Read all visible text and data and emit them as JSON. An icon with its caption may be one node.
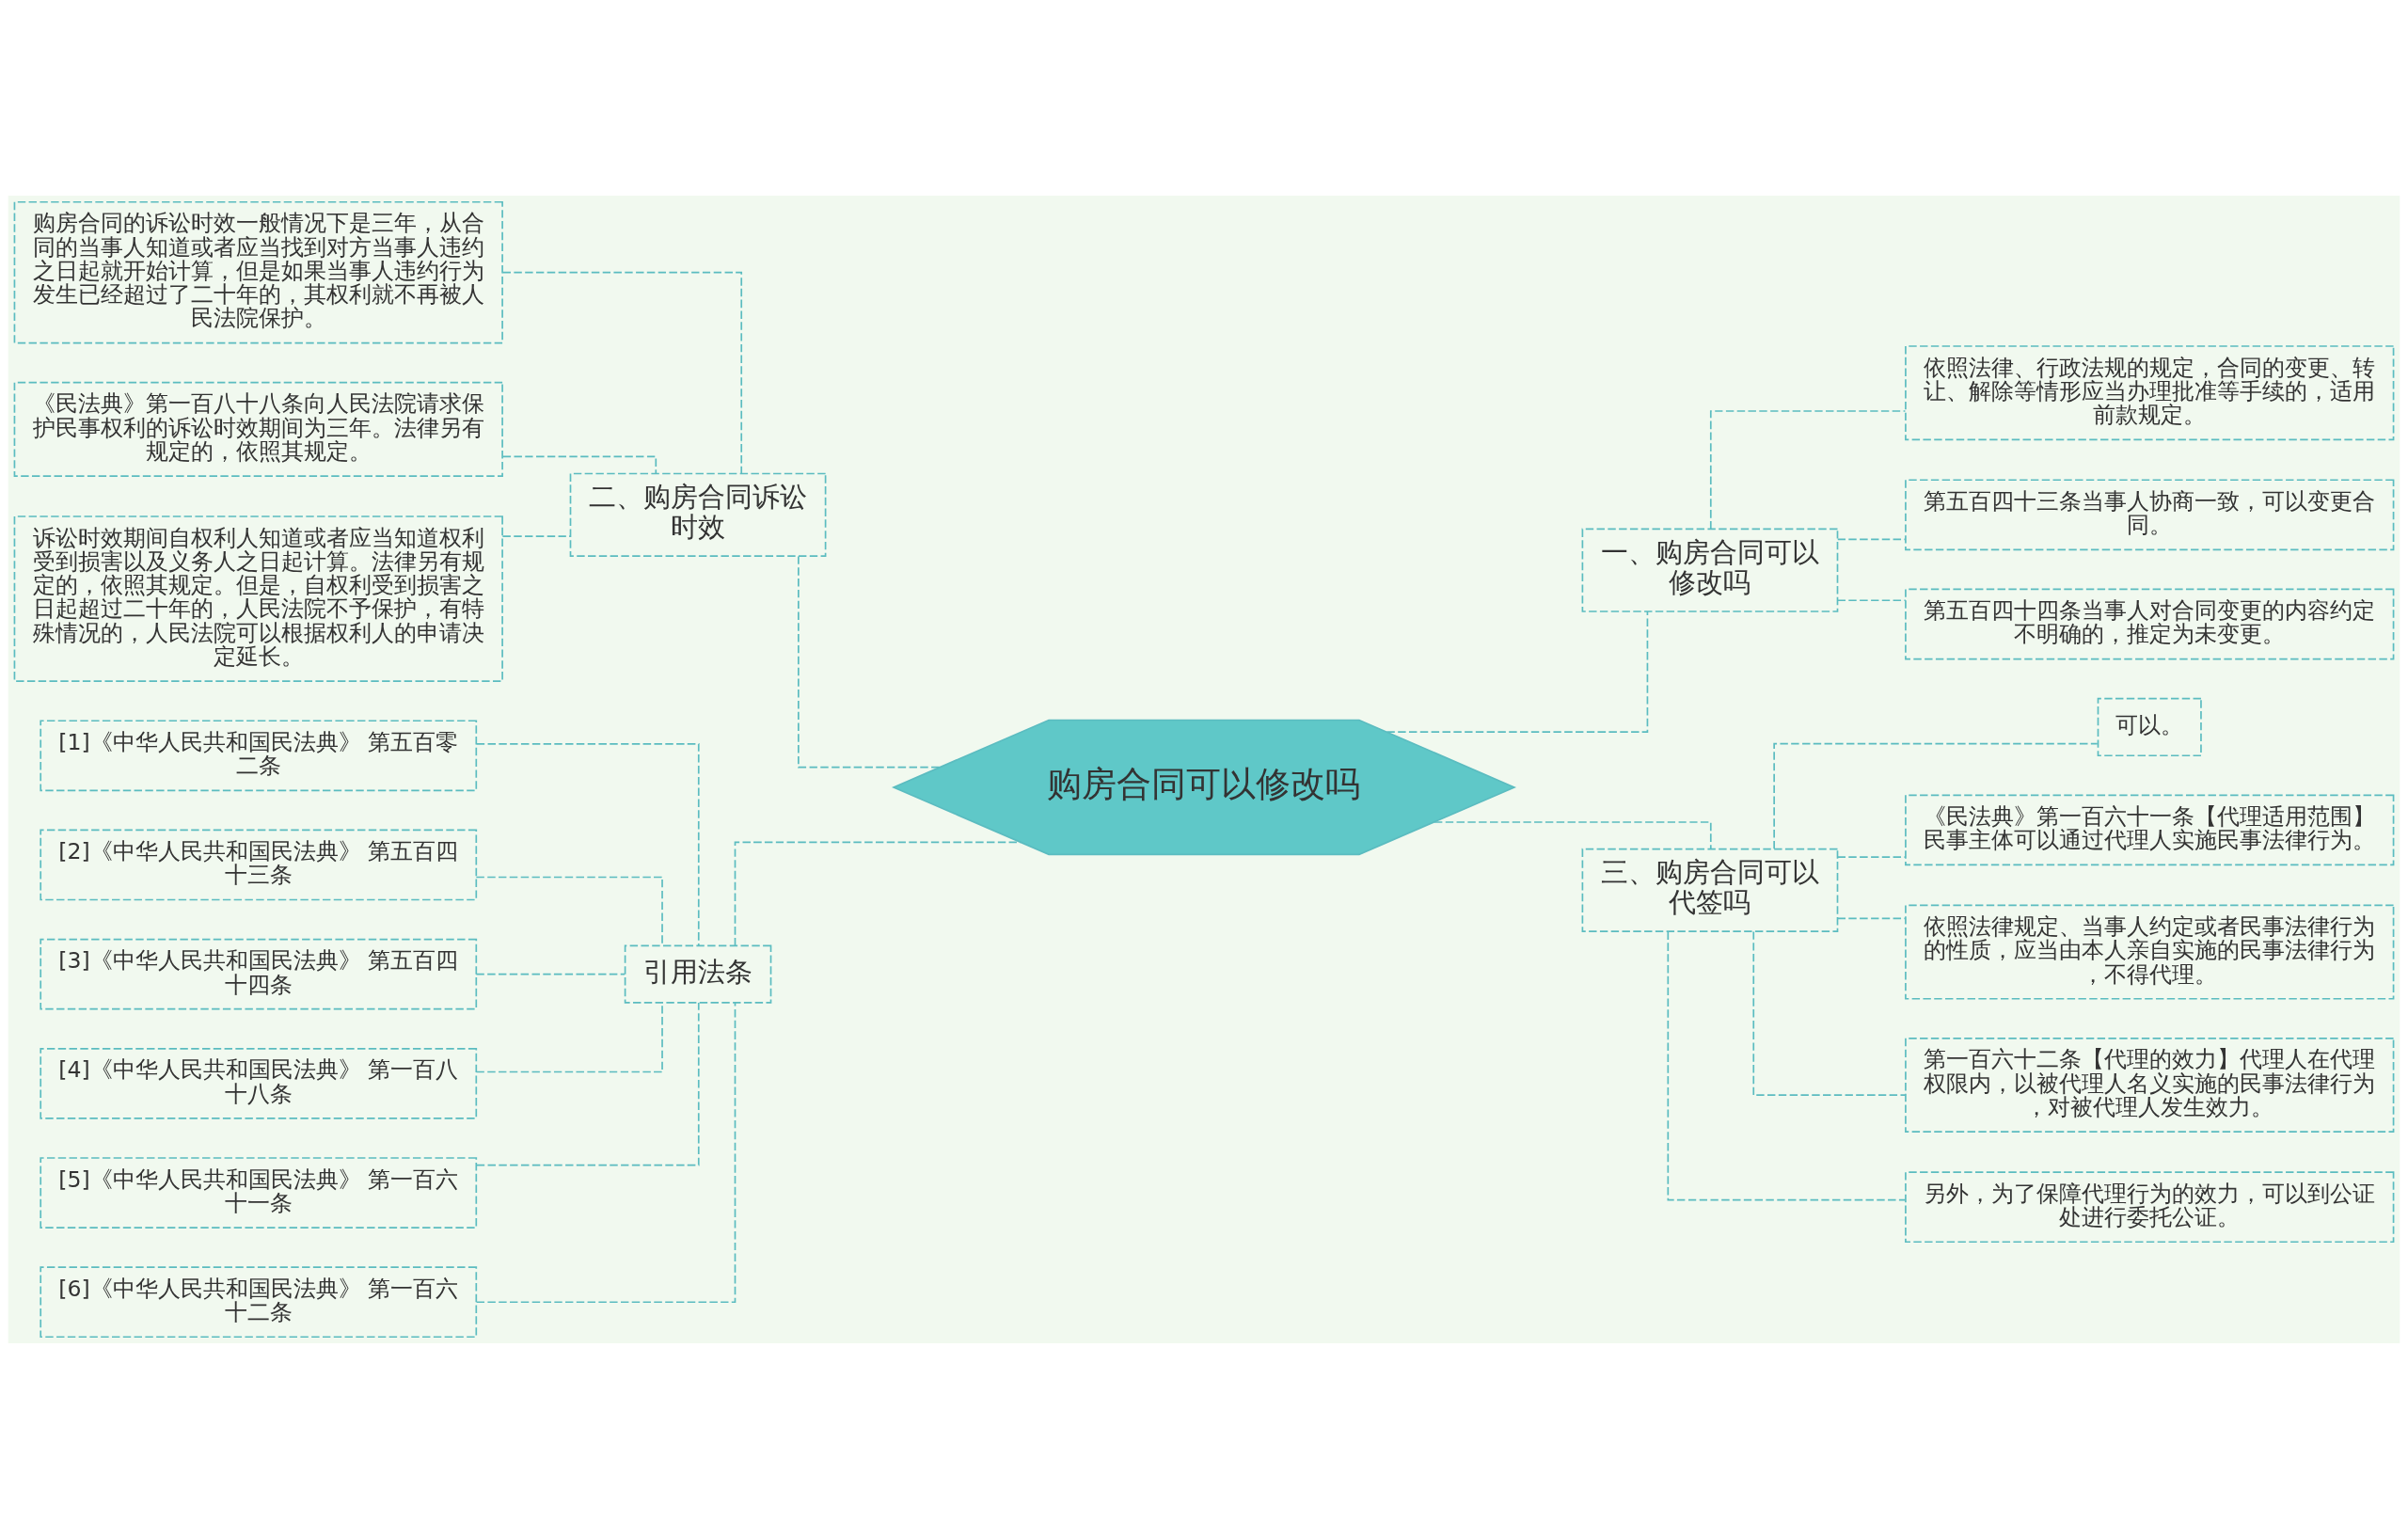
{
  "diagram": {
    "nodes": [
      {
        "text": [
          "购房合同可以修改吗"
        ]
      },
      {
        "text": [
          "二、购房合同诉讼时效"
        ]
      },
      {
        "text": [
          "购房合同的诉讼时效一般情况下是三年，从合同的当事人知道或者应当找到对方当事人违约之日起就开始计算，但是如果当事人违约行为发生已经超过了二十年的，其权利就不再被人民法院保护。"
        ]
      },
      {
        "text": [
          "《民法典》第一百八十八条向人民法院请求保护民事权利的诉讼时效期间为三年。法律另有规定的，依照其规定。"
        ]
      },
      {
        "text": [
          "诉讼时效期间自权利人知道或者应当知道权利受到损害以及义务人之日起计算。法律另有规定的，依照其规定。但是，自权利受到损害之日起超过二十年的，人民法院不予保护，有特殊情况的，人民法院可以根据权利人的申请决定延长。"
        ]
      },
      {
        "text": [
          "引用法条"
        ]
      },
      {
        "text": [
          "[1]《中华人民共和国民法典》 第五百零二条"
        ]
      },
      {
        "text": [
          "[2]《中华人民共和国民法典》 第五百四十三条"
        ]
      },
      {
        "text": [
          "[3]《中华人民共和国民法典》 第五百四十四条"
        ]
      },
      {
        "text": [
          "[4]《中华人民共和国民法典》 第一百八十八条"
        ]
      },
      {
        "text": [
          "[5]《中华人民共和国民法典》 第一百六十一条"
        ]
      },
      {
        "text": [
          "[6]《中华人民共和国民法典》 第一百六十二条"
        ]
      },
      {
        "text": [
          "一、购房合同可以修改吗"
        ]
      },
      {
        "text": [
          "依照法律、行政法规的规定，合同的变更、转让、解除等情形应当办理批准等手续的，适用前款规定。"
        ]
      },
      {
        "text": [
          "第五百四十三条当事人协商一致，可以变更合同。"
        ]
      },
      {
        "text": [
          "第五百四十四条当事人对合同变更的内容约定不明确的，推定为未变更。"
        ]
      },
      {
        "text": [
          "三、购房合同可以代签吗"
        ]
      },
      {
        "text": [
          "可以。"
        ]
      },
      {
        "text": [
          "《民法典》第一百六十一条【代理适用范围】民事主体可以通过代理人实施民事法律行为。"
        ]
      },
      {
        "text": [
          "依照法律规定、当事人约定或者民事法律行为的性质，应当由本人亲自实施的民事法律行为，不得代理。"
        ]
      },
      {
        "text": [
          "第一百六十二条【代理的效力】代理人在代理权限内，以被代理人名义实施的民事法律行为，对被代理人发生效力。"
        ]
      },
      {
        "text": [
          "另外，为了保障代理行为的效力，可以到公证处进行委托公证。"
        ]
      }
    ],
    "edges": [
      {
        "from": 0,
        "to": 1,
        "arrow": "none",
        "style": "dashed"
      },
      {
        "from": 1,
        "to": 2,
        "arrow": "none",
        "style": "dashed"
      },
      {
        "from": 1,
        "to": 3,
        "arrow": "none",
        "style": "dashed"
      },
      {
        "from": 1,
        "to": 4,
        "arrow": "none",
        "style": "dashed"
      },
      {
        "from": 0,
        "to": 5,
        "arrow": "none",
        "style": "dashed"
      },
      {
        "from": 5,
        "to": 6,
        "arrow": "none",
        "style": "dashed"
      },
      {
        "from": 5,
        "to": 7,
        "arrow": "none",
        "style": "dashed"
      },
      {
        "from": 5,
        "to": 8,
        "arrow": "none",
        "style": "dashed"
      },
      {
        "from": 5,
        "to": 9,
        "arrow": "none",
        "style": "dashed"
      },
      {
        "from": 5,
        "to": 10,
        "arrow": "none",
        "style": "dashed"
      },
      {
        "from": 5,
        "to": 11,
        "arrow": "none",
        "style": "dashed"
      },
      {
        "from": 0,
        "to": 12,
        "arrow": "none",
        "style": "dashed"
      },
      {
        "from": 12,
        "to": 13,
        "arrow": "none",
        "style": "dashed"
      },
      {
        "from": 12,
        "to": 14,
        "arrow": "none",
        "style": "dashed"
      },
      {
        "from": 12,
        "to": 15,
        "arrow": "none",
        "style": "dashed"
      },
      {
        "from": 0,
        "to": 16,
        "arrow": "none",
        "style": "dashed"
      },
      {
        "from": 16,
        "to": 17,
        "arrow": "none",
        "style": "dashed"
      },
      {
        "from": 16,
        "to": 18,
        "arrow": "none",
        "style": "dashed"
      },
      {
        "from": 16,
        "to": 19,
        "arrow": "none",
        "style": "dashed"
      },
      {
        "from": 16,
        "to": 20,
        "arrow": "none",
        "style": "dashed"
      },
      {
        "from": 16,
        "to": 21,
        "arrow": "none",
        "style": "dashed"
      }
    ]
  }
}
